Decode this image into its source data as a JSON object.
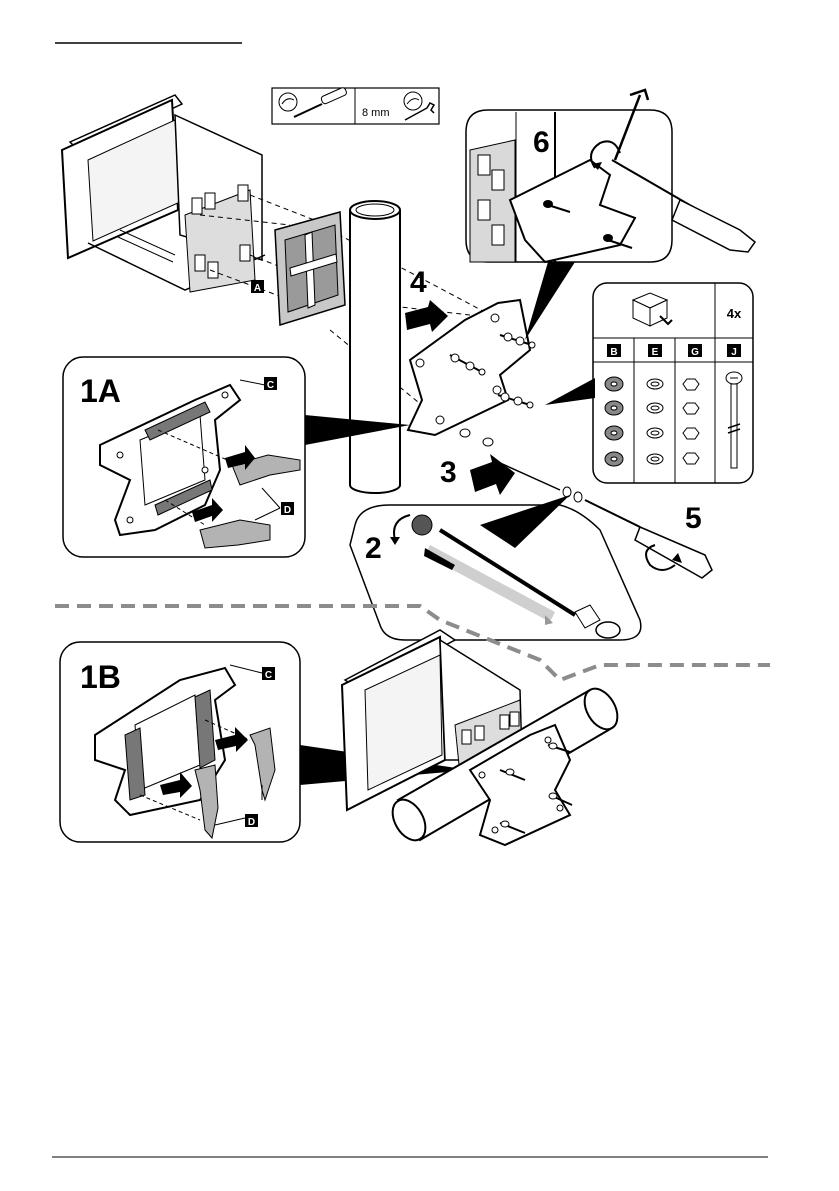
{
  "tools": {
    "size": "8 mm"
  },
  "steps": {
    "s1A": "1A",
    "s1B": "1B",
    "s2": "2",
    "s3": "3",
    "s4": "4",
    "s5": "5",
    "s6": "6"
  },
  "callouts": {
    "A": "A",
    "B": "B",
    "C": "C",
    "D": "D",
    "E": "E",
    "G": "G",
    "J": "J"
  },
  "parts": {
    "quantity": "4x"
  },
  "colors": {
    "line": "#000000",
    "gray_fill": "#b3b3b3",
    "dashed_separator": "#8c8c8c"
  }
}
